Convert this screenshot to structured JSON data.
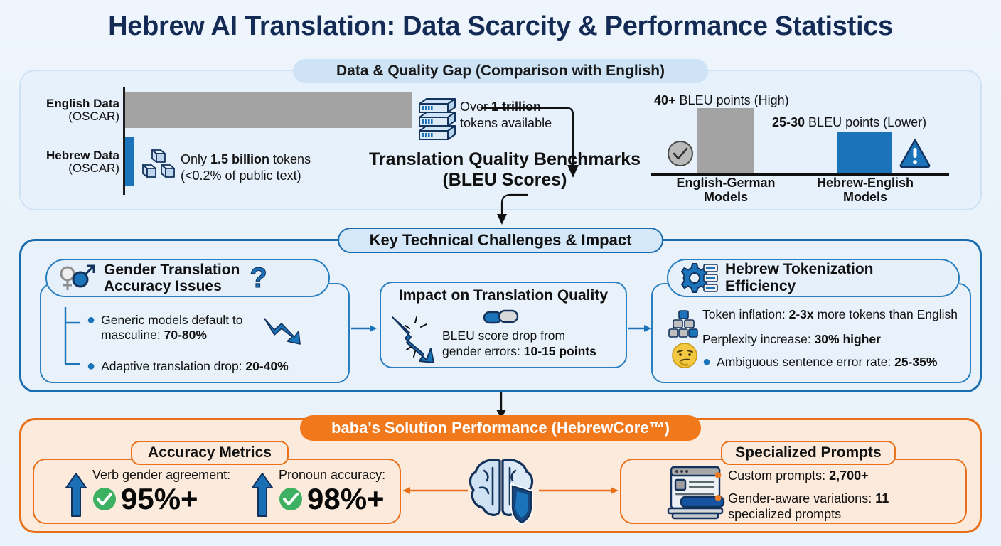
{
  "title": "Hebrew AI Translation: Data Scarcity & Performance Statistics",
  "panel1": {
    "label": "Data & Quality Gap (Comparison with English)",
    "rows": [
      {
        "name": "English Data",
        "source": "(OSCAR)"
      },
      {
        "name": "Hebrew Data",
        "source": "(OSCAR)"
      }
    ],
    "english_fact_line1": "Over 1 trillion",
    "english_fact_line2": "tokens available",
    "english_fact_bold": "1 trillion",
    "hebrew_fact_line1": "Only 1.5 billion tokens",
    "hebrew_fact_line2": "(<0.2% of public text)",
    "hebrew_fact_bold": "1.5 billion",
    "benchmarks_title_line1": "Translation Quality Benchmarks",
    "benchmarks_title_line2": "(BLEU Scores)",
    "bleu": {
      "caption_high_bold": "40+",
      "caption_high_rest": " BLEU points (High)",
      "caption_low_bold": "25-30",
      "caption_low_rest": " BLEU points (Lower)",
      "name_high_line1": "English-German",
      "name_high_line2": "Models",
      "name_low_line1": "Hebrew-English",
      "name_low_line2": "Models"
    },
    "icons": {
      "server": "server-stack-icon",
      "blocks": "data-blocks-icon",
      "check": "check-circle-icon",
      "warning": "warning-triangle-icon"
    }
  },
  "panel2": {
    "label": "Key Technical Challenges & Impact",
    "card1": {
      "title_line1": "Gender Translation",
      "title_line2": "Accuracy Issues",
      "bullets": [
        {
          "text": "Generic models default to masculine: ",
          "value": "70-80%"
        },
        {
          "text": "Adaptive translation drop: ",
          "value": "20-40%"
        }
      ]
    },
    "card2": {
      "title": "Impact on Translation Quality",
      "text_line1": "BLEU score drop from",
      "text_line2_prefix": "gender errors: ",
      "text_line2_value": "10-15 points"
    },
    "card3": {
      "title": "Hebrew Tokenization Efficiency",
      "bullets": [
        {
          "prefix": "Token inflation: ",
          "value": "2-3x",
          "suffix": " more tokens than English"
        },
        {
          "prefix": "Perplexity increase: ",
          "value": "30% higher",
          "suffix": ""
        },
        {
          "prefix": "Ambiguous sentence error rate: ",
          "value": "25-35%",
          "suffix": ""
        }
      ]
    }
  },
  "panel3": {
    "label": "baba's Solution Performance (HebrewCore™)",
    "card_left": {
      "title": "Accuracy Metrics",
      "metrics": [
        {
          "caption": "Verb gender agreement:",
          "value": "95%+"
        },
        {
          "caption": "Pronoun accuracy:",
          "value": "98%+"
        }
      ]
    },
    "card_right": {
      "title": "Specialized Prompts",
      "bullets": [
        {
          "prefix": "Custom prompts: ",
          "value": "2,700+",
          "suffix": ""
        },
        {
          "prefix": "Gender-aware variations: ",
          "value": "11",
          "suffix": " specialized prompts"
        }
      ]
    },
    "center_icon": "brain-shield-icon"
  },
  "colors": {
    "title_navy": "#142b56",
    "blue": "#1b73ba",
    "dark_blue": "#1a6cb0",
    "orange": "#e8701a",
    "orange_fill": "#fcebdc",
    "gray_bar": "#a3a3a3",
    "green": "#39a85b",
    "panel1_fill": "#e7f1fb"
  },
  "chart_data": [
    {
      "type": "bar",
      "title": "Data & Quality Gap (Comparison with English)",
      "orientation": "horizontal",
      "categories": [
        "English Data (OSCAR)",
        "Hebrew Data (OSCAR)"
      ],
      "values": [
        1000,
        1.5
      ],
      "unit": "billion tokens",
      "annotations": [
        "Over 1 trillion tokens available",
        "Only 1.5 billion tokens (<0.2% of public text)"
      ],
      "colors": [
        "#a3a3a3",
        "#1b73ba"
      ],
      "grid": false,
      "legend": "none"
    },
    {
      "type": "bar",
      "title": "Translation Quality Benchmarks (BLEU Scores)",
      "categories": [
        "English-German Models",
        "Hebrew-English Models"
      ],
      "values": [
        40,
        27.5
      ],
      "value_labels": [
        "40+ BLEU points (High)",
        "25-30 BLEU points (Lower)"
      ],
      "ylabel": "BLEU points",
      "ylim": [
        0,
        45
      ],
      "colors": [
        "#a3a3a3",
        "#1b73ba"
      ],
      "grid": false,
      "legend": "none"
    }
  ]
}
